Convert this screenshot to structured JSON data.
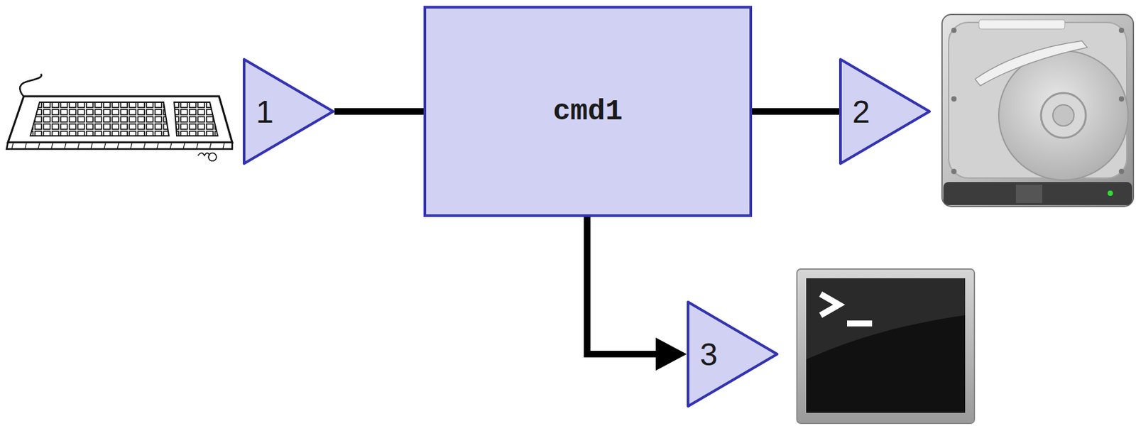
{
  "diagram": {
    "nodes": [
      {
        "text": [
          "1"
        ]
      },
      {
        "text": [
          "cmd1"
        ]
      },
      {
        "text": [
          "2"
        ]
      },
      {
        "text": [
          "3"
        ]
      }
    ],
    "edges": [
      {
        "from": 0,
        "to": 1,
        "arrow": "none"
      },
      {
        "from": 1,
        "to": 2,
        "arrow": "none"
      },
      {
        "from": 1,
        "to": 3,
        "arrow": "to"
      }
    ]
  }
}
